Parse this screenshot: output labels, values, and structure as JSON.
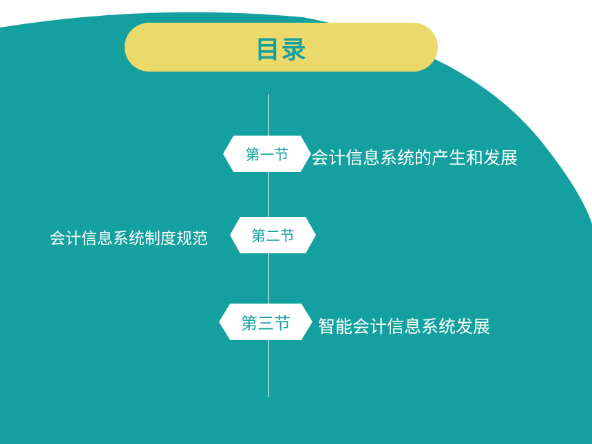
{
  "slide": {
    "title": "目录"
  },
  "sections": [
    {
      "tag": "第一节",
      "text": "会计信息系统的产生和发展"
    },
    {
      "tag": "第二节",
      "text": "会计信息系统制度规范"
    },
    {
      "tag": "第三节",
      "text": "智能会计信息系统发展"
    }
  ],
  "colors": {
    "background_teal": "#14a09e",
    "title_pill": "#ecd96b",
    "title_text": "#14a09e",
    "text_white": "#ffffff"
  }
}
